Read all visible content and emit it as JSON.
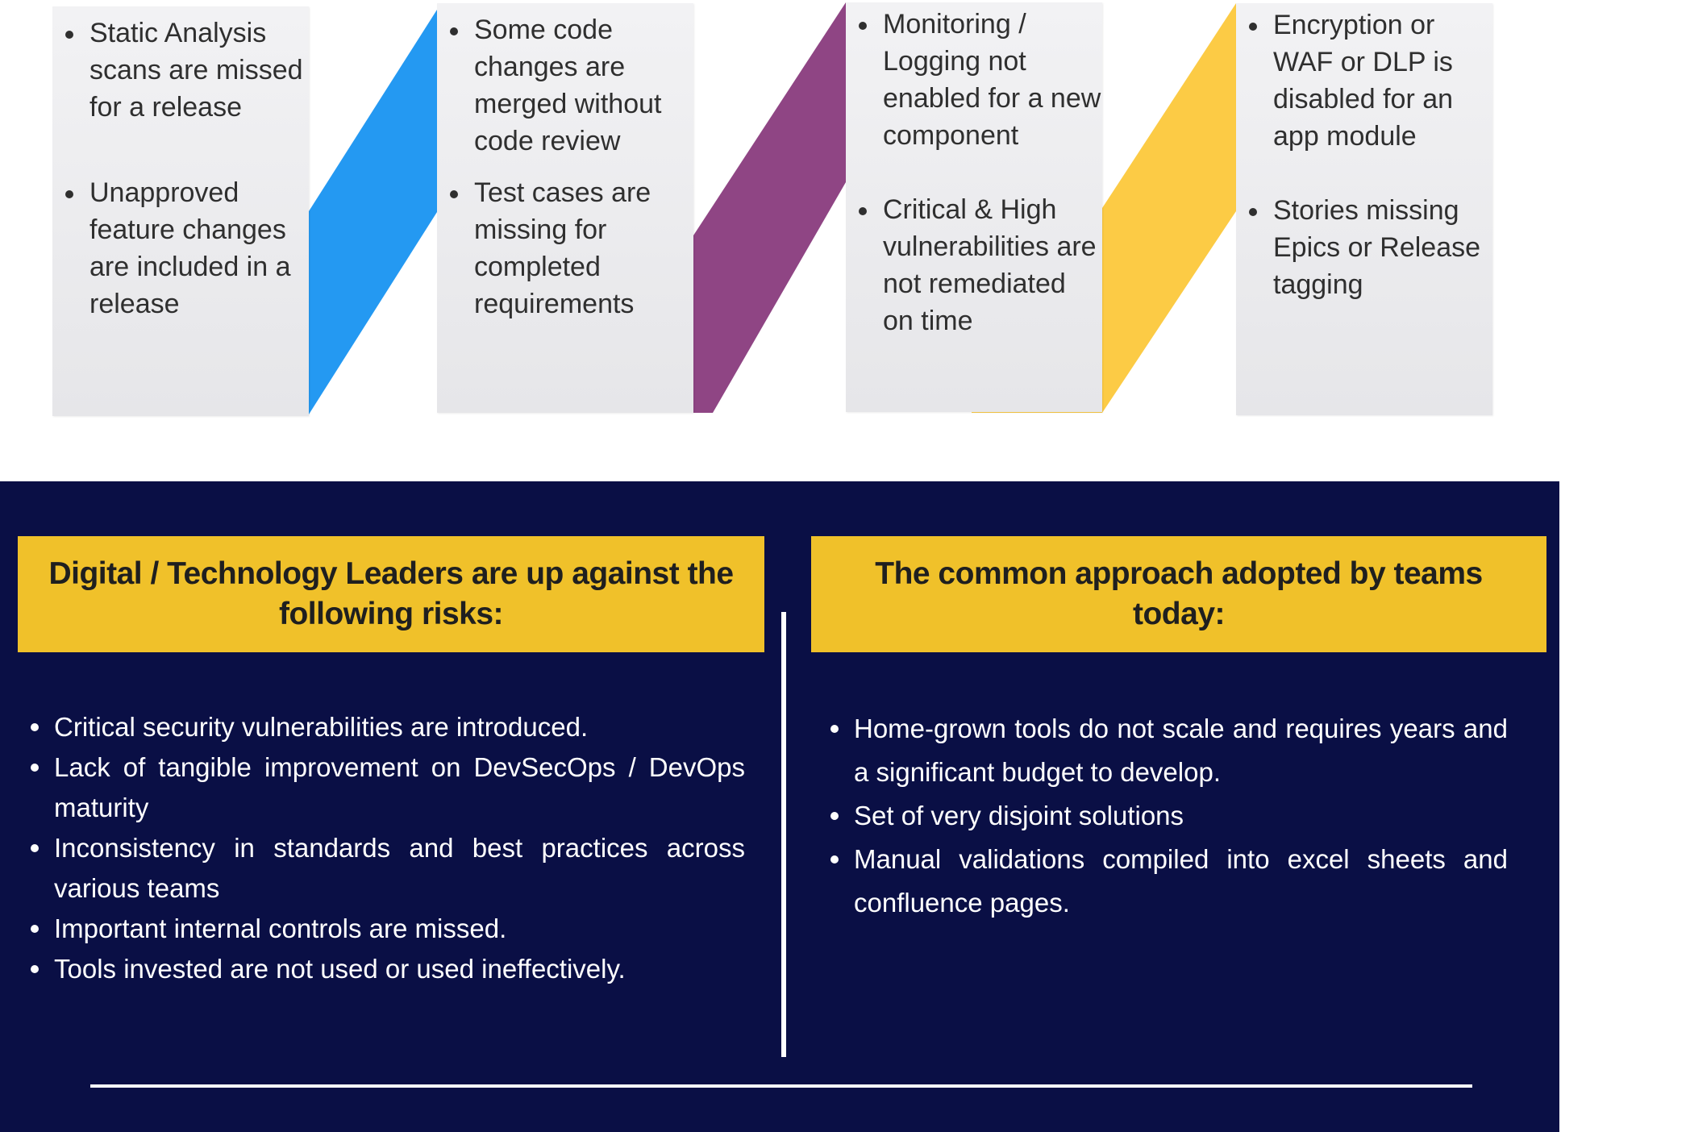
{
  "colors": {
    "connector_1": "#2499f2",
    "connector_2": "#8f4584",
    "connector_3": "#fccb45",
    "header_background": "#f0c12a",
    "panel_background": "#0a0f45",
    "card_background": "#ececee"
  },
  "cards": [
    {
      "items": [
        "Static Analysis scans are missed for a release",
        "Unapproved feature changes are included in a release"
      ]
    },
    {
      "items": [
        "Some code changes are merged without code review",
        "Test cases are missing for completed requirements"
      ]
    },
    {
      "items": [
        "Monitoring / Logging not enabled for a new component",
        "Critical & High vulnerabilities are not remediated on time"
      ]
    },
    {
      "items": [
        "Encryption or WAF or DLP is disabled for an app module",
        "Stories missing Epics or Release tagging"
      ]
    }
  ],
  "risks": {
    "header": "Digital / Technology Leaders are up against the following risks:",
    "items": [
      "Critical security vulnerabilities are introduced.",
      "Lack of tangible improvement on DevSecOps / DevOps maturity",
      "Inconsistency in standards and best practices across various teams",
      "Important internal controls are missed.",
      "Tools invested are not used or used ineffectively."
    ]
  },
  "approach": {
    "header": "The common approach adopted by teams today:",
    "items": [
      "Home-grown tools do not scale and requires years and a significant budget to develop.",
      "Set of very disjoint solutions",
      "Manual validations compiled into excel sheets and confluence pages."
    ]
  }
}
